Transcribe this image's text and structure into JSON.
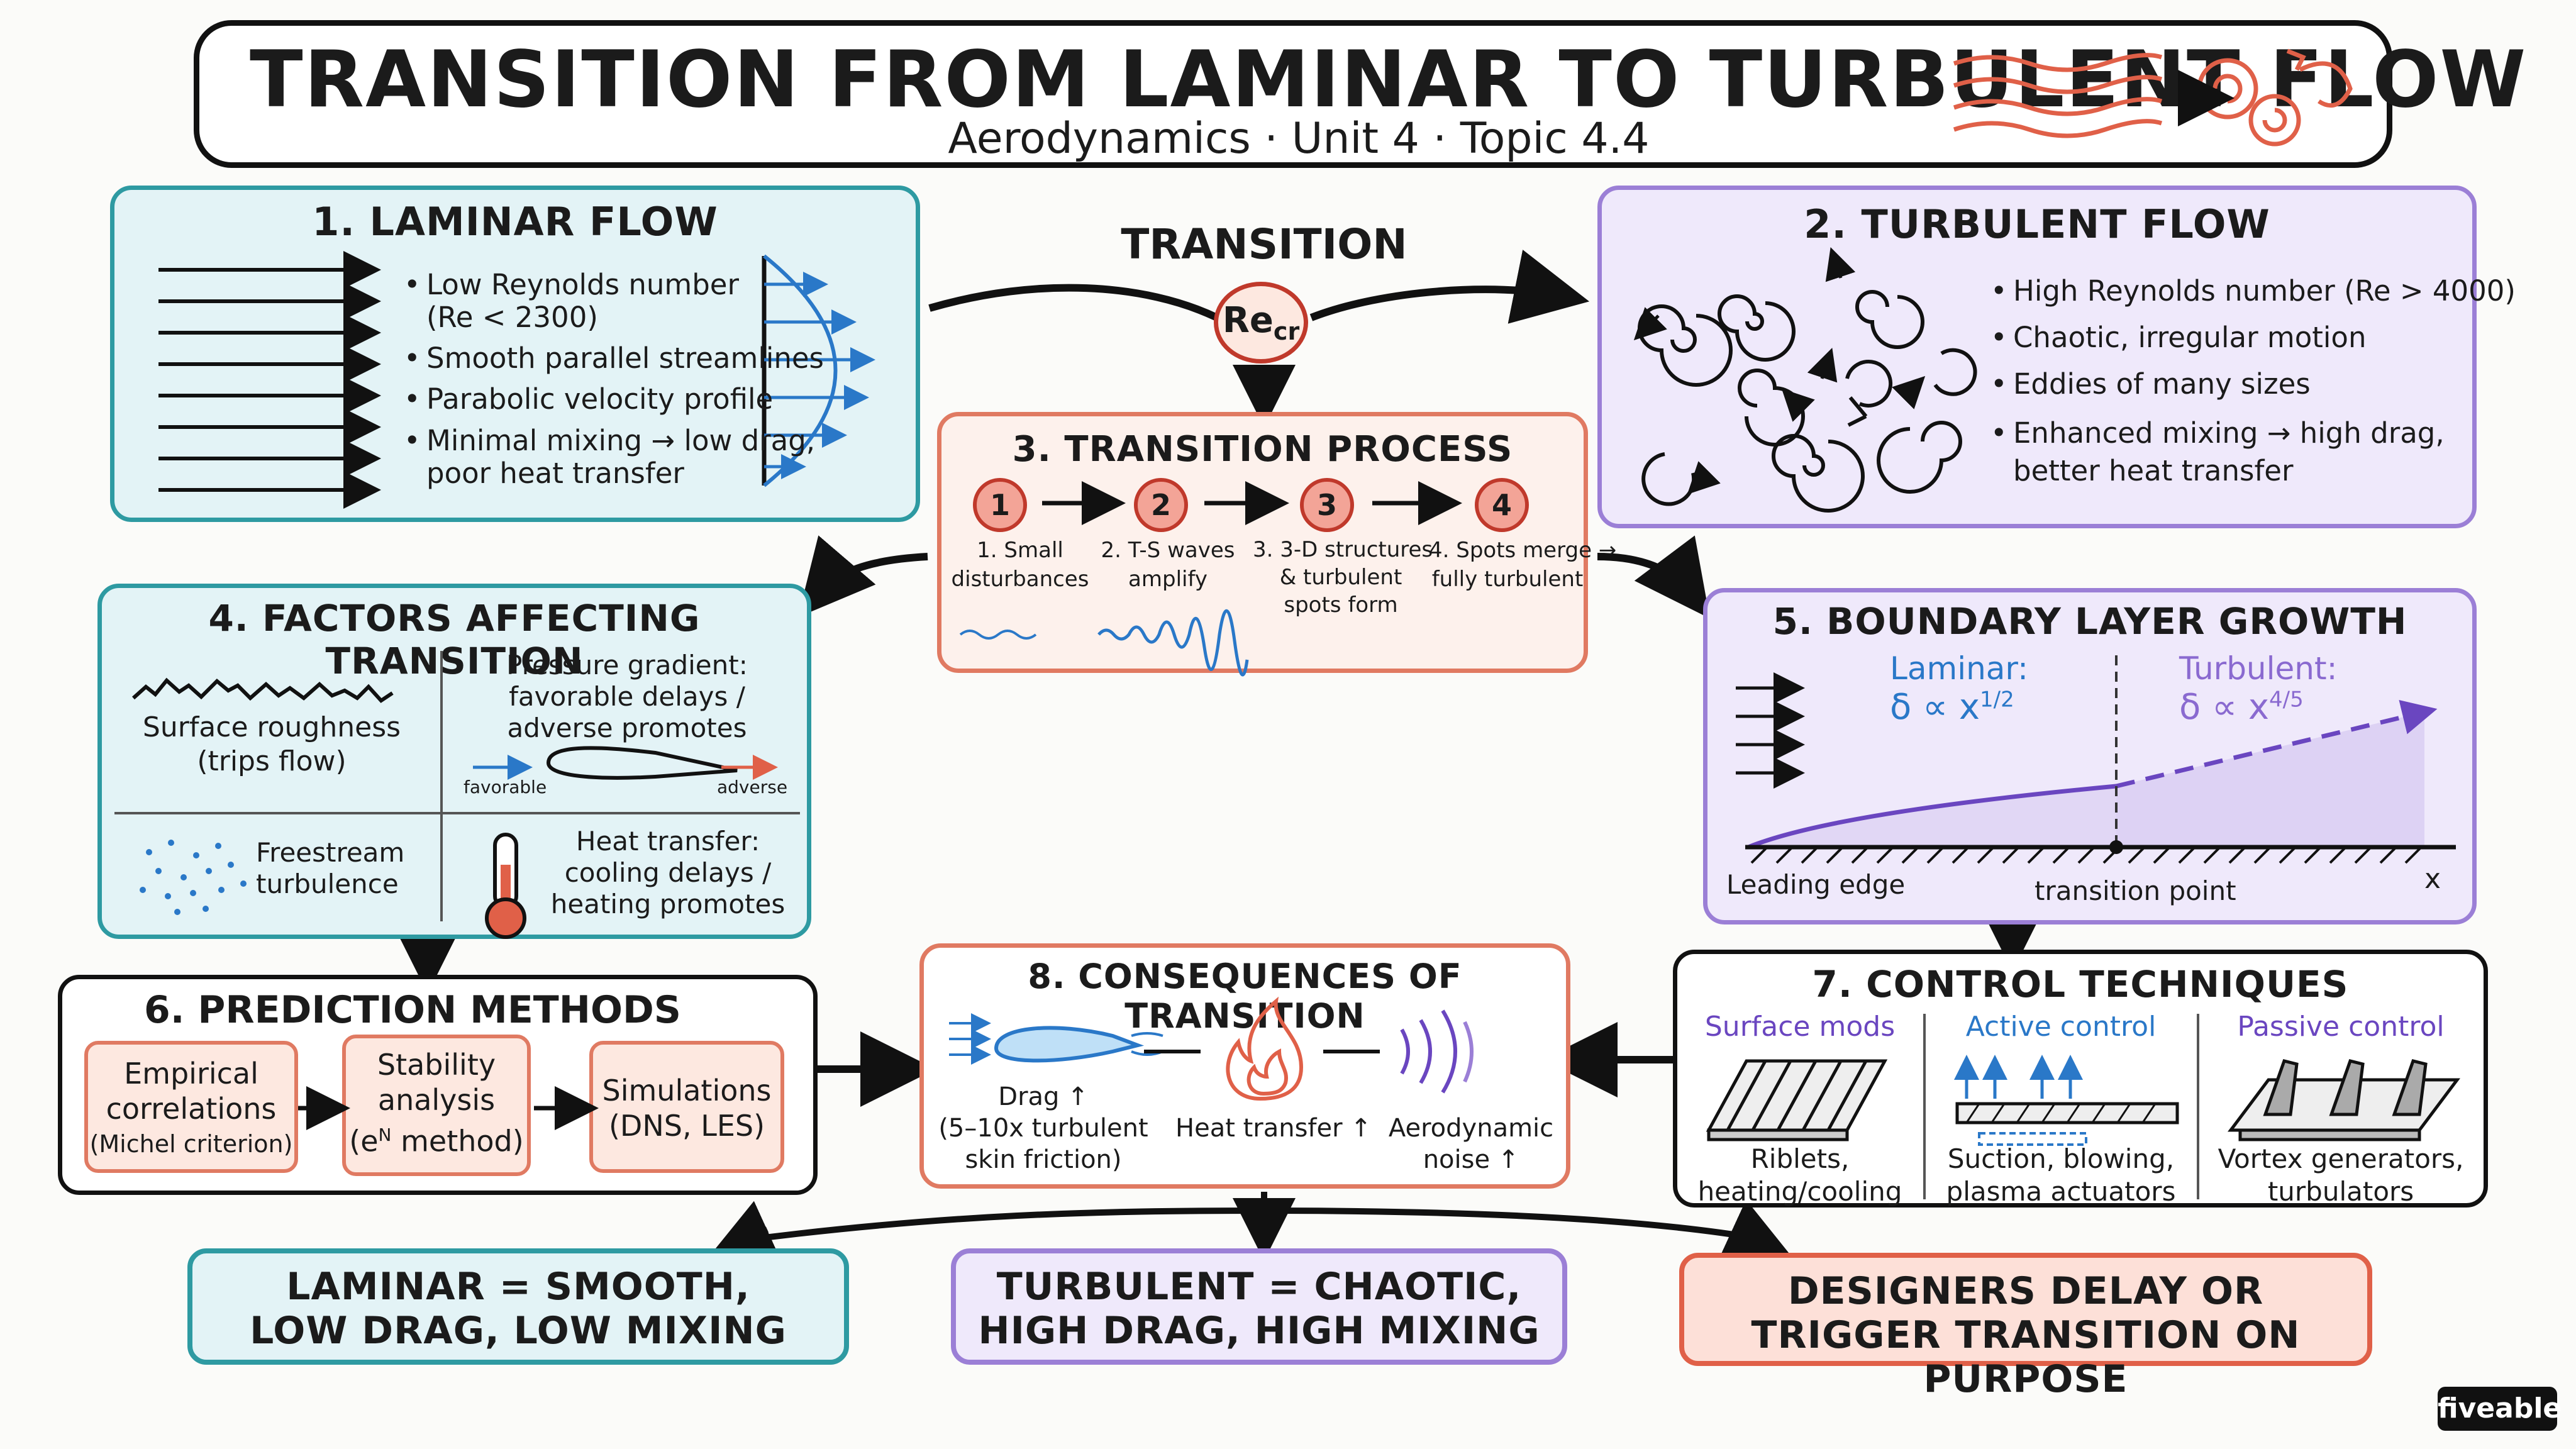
{
  "header": {
    "title": "TRANSITION FROM LAMINAR TO TURBULENT FLOW",
    "subtitle": "Aerodynamics · Unit 4 · Topic 4.4"
  },
  "laminar": {
    "title": "1. LAMINAR FLOW",
    "bullets": [
      "Low Reynolds number",
      "(Re < 2300)",
      "Smooth parallel streamlines",
      "Parabolic velocity profile",
      "Minimal mixing → low drag,",
      "poor heat transfer"
    ]
  },
  "transition": {
    "label": "TRANSITION",
    "symbol": "Re",
    "subscript": "cr"
  },
  "turbulent": {
    "title": "2. TURBULENT FLOW",
    "bullets": [
      "High Reynolds number (Re > 4000)",
      "Chaotic, irregular motion",
      "Eddies of many sizes",
      "Enhanced mixing → high drag,",
      "better heat transfer"
    ]
  },
  "process": {
    "title": "3. TRANSITION PROCESS",
    "steps": [
      {
        "num": "1",
        "line1": "1. Small",
        "line2": "disturbances",
        "line3": ""
      },
      {
        "num": "2",
        "line1": "2. T-S waves",
        "line2": "amplify",
        "line3": ""
      },
      {
        "num": "3",
        "line1": "3. 3-D structures",
        "line2": "& turbulent",
        "line3": "spots form"
      },
      {
        "num": "4",
        "line1": "4. Spots merge →",
        "line2": "fully turbulent",
        "line3": ""
      }
    ]
  },
  "factors": {
    "title": "4. FACTORS AFFECTING TRANSITION",
    "roughness": [
      "Surface roughness",
      "(trips flow)"
    ],
    "pressure": [
      "Pressure gradient:",
      "favorable delays /",
      "adverse promotes"
    ],
    "favorable": "favorable",
    "adverse": "adverse",
    "freestream": [
      "Freestream",
      "turbulence"
    ],
    "heat": [
      "Heat transfer:",
      "cooling delays /",
      "heating promotes"
    ]
  },
  "boundary": {
    "title": "5. BOUNDARY LAYER GROWTH",
    "laminar_label": "Laminar:",
    "laminar_formula": "δ ∝ x",
    "laminar_exp": "1/2",
    "turbulent_label": "Turbulent:",
    "turbulent_formula": "δ ∝ x",
    "turbulent_exp": "4/5",
    "leading_edge": "Leading edge",
    "transition_point": "transition point",
    "x_axis": "x"
  },
  "prediction": {
    "title": "6. PREDICTION METHODS",
    "boxes": [
      [
        "Empirical",
        "correlations",
        "(Michel criterion)"
      ],
      [
        "Stability",
        "analysis",
        "(e",
        "N",
        " method)"
      ],
      [
        "Simulations",
        "(DNS, LES)"
      ]
    ]
  },
  "control": {
    "title": "7. CONTROL TECHNIQUES",
    "cols": [
      {
        "head": "Surface mods",
        "line1": "Riblets,",
        "line2": "heating/cooling"
      },
      {
        "head": "Active control",
        "line1": "Suction, blowing,",
        "line2": "plasma actuators"
      },
      {
        "head": "Passive control",
        "line1": "Vortex generators,",
        "line2": "turbulators"
      }
    ]
  },
  "consequences": {
    "title": "8. CONSEQUENCES OF TRANSITION",
    "items": [
      [
        "Drag ↑",
        "(5–10x turbulent",
        "skin friction)"
      ],
      [
        "Heat transfer ↑"
      ],
      [
        "Aerodynamic",
        "noise ↑"
      ]
    ]
  },
  "summary": [
    [
      "LAMINAR = SMOOTH,",
      "LOW DRAG, LOW MIXING"
    ],
    [
      "TURBULENT = CHAOTIC,",
      "HIGH DRAG, HIGH MIXING"
    ],
    [
      "DESIGNERS DELAY OR",
      "TRIGGER TRANSITION ON PURPOSE"
    ]
  ],
  "brand": "fiveable",
  "colors": {
    "laminar_bg": "#e3f3f6",
    "laminar_border": "#2e9aa2",
    "turbulent_bg": "#efe9fb",
    "turbulent_border": "#9b7fd6",
    "process_bg": "#fdf1ec",
    "process_border": "#e07a62",
    "accent_blue": "#2a78c8",
    "accent_red": "#e06048",
    "accent_purple": "#6a46c0"
  }
}
